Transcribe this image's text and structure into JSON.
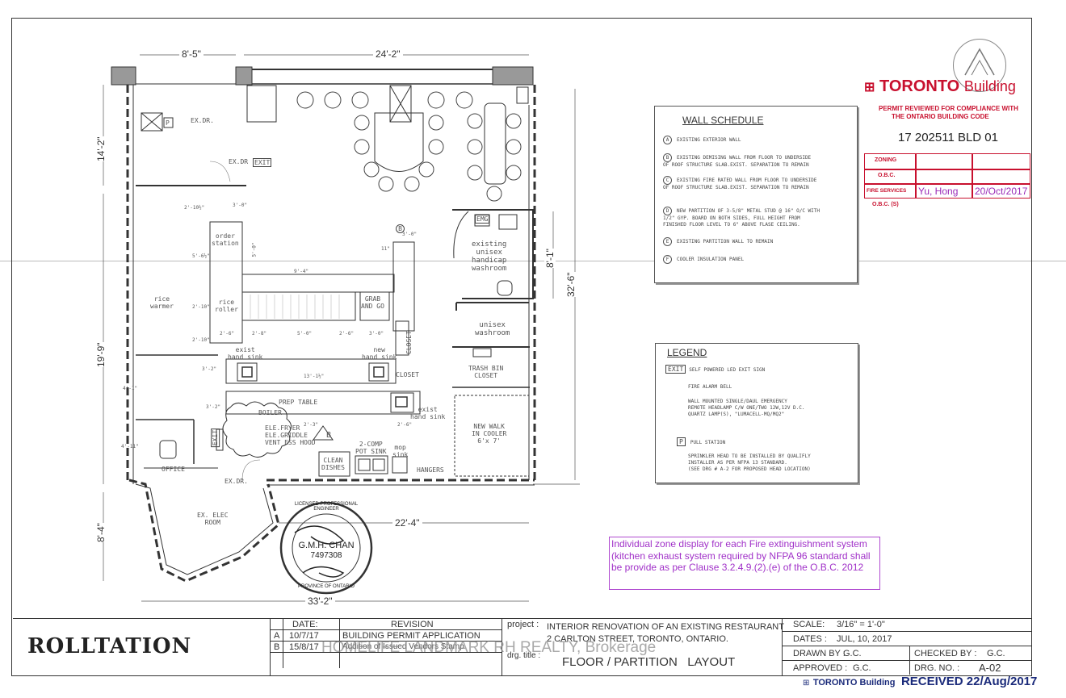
{
  "plan": {
    "dimensions": {
      "top_left": "8'-5\"",
      "top_main": "24'-2\"",
      "left_top": "14'-2\"",
      "left_mid": "19'-9\"",
      "left_bottom": "8'-4\"",
      "right_upper": "8'-1\"",
      "right_total": "32'-6\"",
      "bottom_inner": "22'-4\"",
      "bottom_total": "33'-2\""
    },
    "small_dims": [
      "2'-10½\"",
      "3'-0\"",
      "5'-6½\"",
      "2'-10\"",
      "2'-10\"",
      "2'-6\"",
      "2'-8\"",
      "5'-0\"",
      "2'-6\"",
      "3'-0\"",
      "9'-4\"",
      "3'-2\"",
      "13'-1½\"",
      "4'-1\"",
      "3'-2\"",
      "2'-3\"",
      "2'-6\"",
      "4'-11\"",
      "3'-0\"",
      "11\"",
      "5'-0\""
    ],
    "rooms": {
      "ex_dr_top": "EX.DR.",
      "ex_dr_exit": "EX.DR",
      "exit_1": "EXIT",
      "order_station": "order\nstation",
      "rice_roller": "rice\nroller",
      "rice_warmer": "rice\nwarmer",
      "grab_and_go": "GRAB\nAND GO",
      "washroom_1": "existing\nunisex\nhandicap\nwashroom",
      "washroom_2": "unisex\nwashroom",
      "closet_1": "CLOSET",
      "closet_2": "CLOSET",
      "trash_bin": "TRASH BIN\nCLOSET",
      "exist_hand_sink_1": "exist\nhand sink",
      "new_hand_sink": "new\nhand sink",
      "exist_hand_sink_2": "exist\nhand sink",
      "prep_table": "PREP TABLE",
      "boiler": "BOILER",
      "fryer": "ELE.FRYER\nELE.GRIDDLE\nVENT ESS HOOD",
      "walk_in": "NEW WALK\nIN COOLER\n6'x 7'",
      "clean_dishes": "CLEAN\nDISHES",
      "pot_sink": "2-COMP\nPOT SINK",
      "mop_sink": "mop\nsink",
      "hangers": "HANGERS",
      "office": "OFFICE",
      "exit_2": "EXIT",
      "ex_dr_bottom": "EX.DR.",
      "elec_room": "EX. ELEC\nROOM",
      "emg": "EMG",
      "b_marker": "B",
      "p_marker": "P"
    }
  },
  "seal": {
    "ring_text": "LICENSED PROFESSIONAL ENGINEER",
    "bottom_text": "PROVINCE OF ONTARIO",
    "name": "G.M.H. CHAN",
    "number": "7497308"
  },
  "wall_schedule": {
    "title": "WALL SCHEDULE",
    "rows": [
      {
        "key": "A",
        "text": "EXISTING EXTERIOR WALL"
      },
      {
        "key": "B",
        "text": "EXISTING DEMISING WALL FROM FLOOR TO UNDERSIDE\nOF ROOF STRUCTURE SLAB.EXIST. SEPARATION TO REMAIN"
      },
      {
        "key": "C",
        "text": "EXISTING FIRE RATED WALL FROM FLOOR TO UNDERSIDE\nOF ROOF STRUCTURE SLAB.EXIST. SEPARATION TO REMAIN"
      },
      {
        "key": "D",
        "text": "NEW PARTITION OF 3-5/8\" METAL STUD @ 16\" O/C WITH\n1/2\" GYP. BOARD ON BOTH SIDES, FULL HEIGHT FROM\nFINISHED FLOOR LEVEL TO 6\" ABOVE FLASE CEILING."
      },
      {
        "key": "E",
        "text": "EXISTING PARTITION WALL TO REMAIN"
      },
      {
        "key": "F",
        "text": "COOLER INSULATION PANEL"
      }
    ]
  },
  "legend": {
    "title": "LEGEND",
    "rows": [
      {
        "symbol": "EXIT",
        "text": "SELF POWERED LED EXIT SIGN"
      },
      {
        "symbol": "",
        "text": "FIRE ALARM BELL"
      },
      {
        "symbol": "",
        "text": "WALL MOUNTED SINGLE/DAUL EMERGENCY\nREMOTE HEADLAMP C/W ONE/TWO 12W,12V D.C.\nQUARTZ LAMP(S), \"LUMACELL-MQ/MQ2\""
      },
      {
        "symbol": "P",
        "text": "PULL STATION"
      },
      {
        "symbol": "",
        "text": "SPRINKLER HEAD TO BE INSTALLED BY QUALIFLY\nINSTALLER AS PER NFPA 13 STANDARD.\n(SEE DRG # A-2 FOR PROPOSED HEAD LOCATION)"
      }
    ]
  },
  "toronto_stamp": {
    "brand_main": "TORONTO",
    "brand_sub": "Building",
    "reviewed_line1": "PERMIT REVIEWED FOR COMPLIANCE WITH",
    "reviewed_line2": "THE ONTARIO BUILDING CODE",
    "permit_no": "17 202511 BLD 01",
    "zoning": "ZONING",
    "obc": "O.B.C.",
    "fire_services": "FIRE SERVICES",
    "reviewer": "Yu, Hong",
    "review_date": "20/Oct/2017",
    "obc_s": "O.B.C. (S)"
  },
  "note": "Individual zone display for each Fire extinguishment system (kitchen exhaust system required by NFPA 96 standard shall be provide as per Clause 3.2.4.9.(2).(e) of the O.B.C. 2012",
  "title_block": {
    "firm": "ROLLTATION",
    "date_header": "DATE:",
    "revision_header": "REVISION",
    "rows": [
      {
        "key": "A",
        "date": "10/7/17",
        "revision": "BUILDING PERMIT APPLICATION"
      },
      {
        "key": "B",
        "date": "15/8/17",
        "revision": "Addition of Issued Vendors Stamp"
      }
    ],
    "project_label": "project :",
    "project_line1": "INTERIOR RENOVATION OF AN EXISTING RESTAURANT",
    "project_line2": "2 CARLTON STREET, TORONTO, ONTARIO.",
    "drg_title_label": "drg. title :",
    "drg_title": "FLOOR / PARTITION   LAYOUT",
    "scale_label": "SCALE:",
    "scale": "3/16\" = 1'-0\"",
    "dates_label": "DATES :",
    "dates": "JUL, 10, 2017",
    "drawn_label": "DRAWN BY :",
    "drawn": "G.C.",
    "checked_label": "CHECKED BY :",
    "checked": "G.C.",
    "approved_label": "APPROVED :",
    "approved": "G.C.",
    "drg_no_label": "DRG. NO. :",
    "drg_no": "A-02"
  },
  "watermark": "HOMELIFE LANDMARK RH REALTY, Brokerage",
  "received_stamp": {
    "brand": "TORONTO Building",
    "text": "RECEIVED 22/Aug/2017"
  }
}
